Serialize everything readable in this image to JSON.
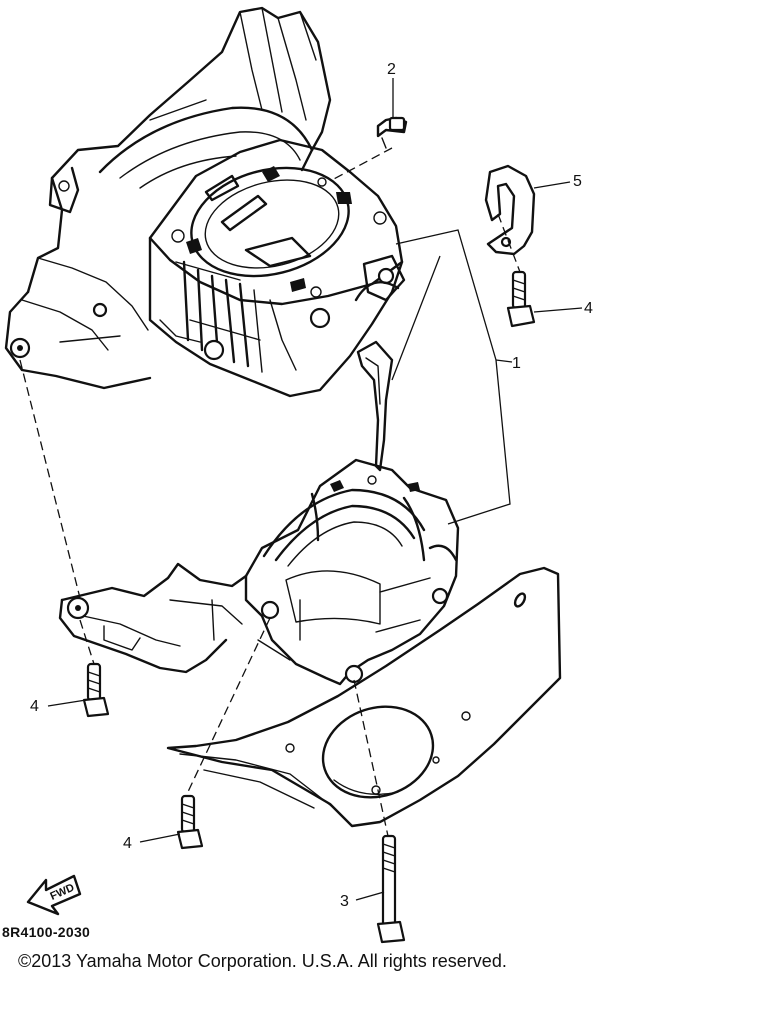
{
  "diagram": {
    "callouts": {
      "part_1": "1",
      "part_2": "2",
      "part_3": "3",
      "part_4_right": "4",
      "part_4_left": "4",
      "part_4_bottom": "4",
      "part_5": "5"
    },
    "fwd_label": "FWD",
    "part_code": "8R4100-2030",
    "copyright": "©2013 Yamaha Motor Corporation. U.S.A. All rights reserved."
  }
}
